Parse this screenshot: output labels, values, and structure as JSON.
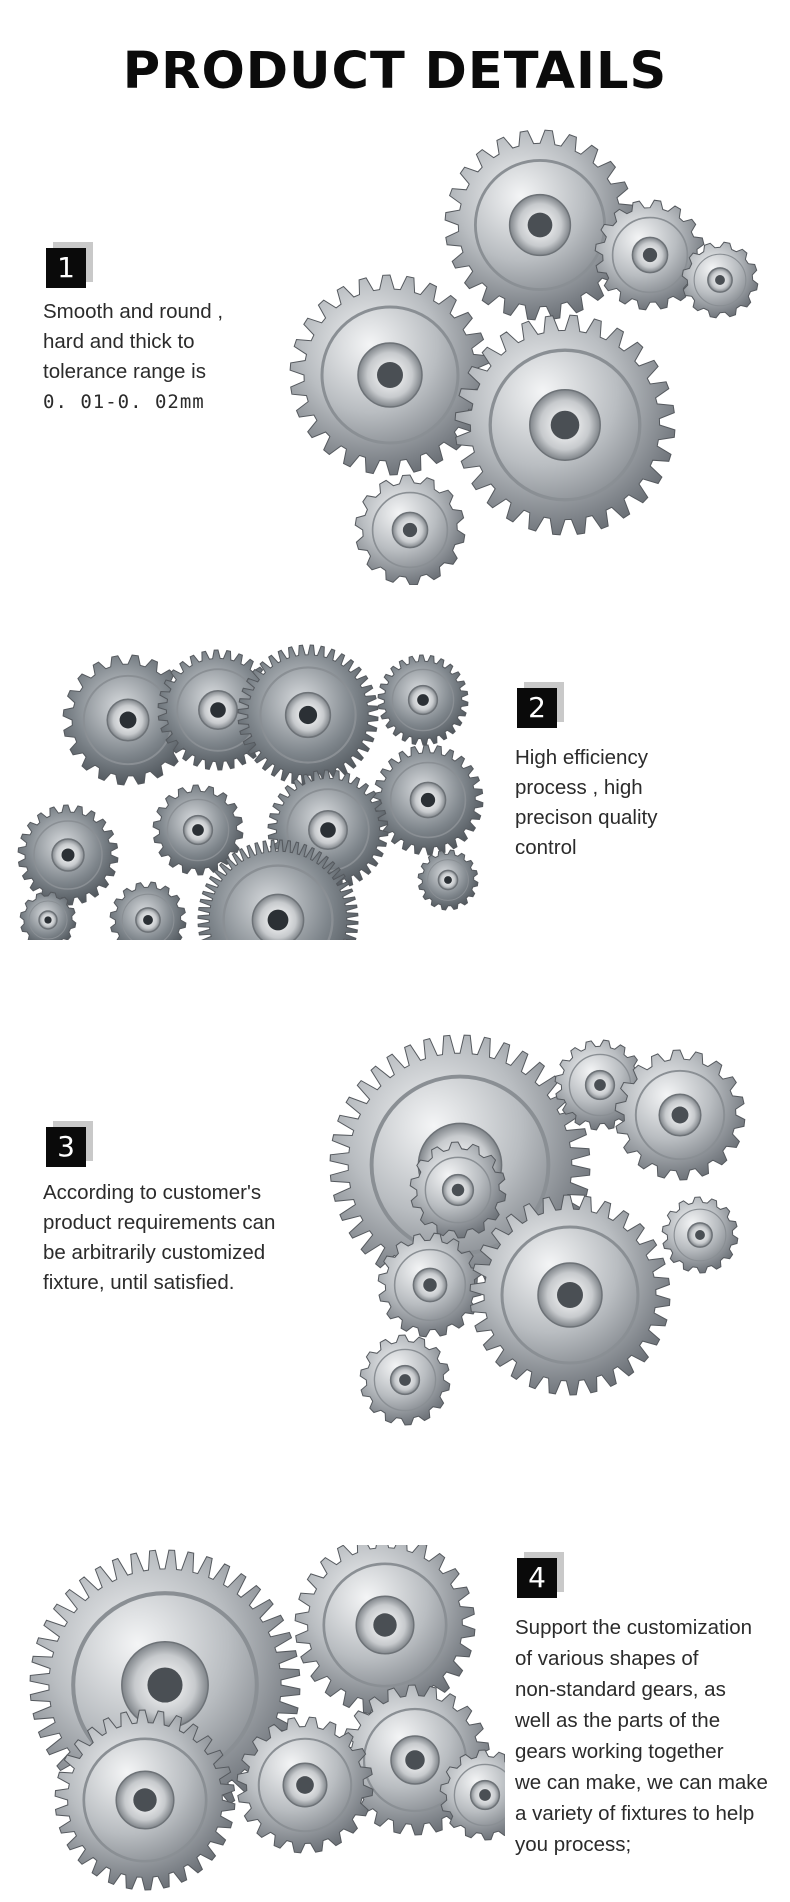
{
  "title": "PRODUCT DETAILS",
  "sections": [
    {
      "number": "1",
      "lines": [
        "Smooth and round ,",
        "hard and thick to",
        "tolerance range is",
        "0. 01-0. 02mm"
      ],
      "image": "gear-cluster-icon"
    },
    {
      "number": "2",
      "lines": [
        "High efficiency",
        "process , high",
        "precison quality",
        "control"
      ],
      "image": "gear-assortment-icon"
    },
    {
      "number": "3",
      "lines": [
        "According to customer's",
        "product requirements can",
        "be arbitrarily customized",
        "fixture, until satisfied."
      ],
      "image": "gear-train-icon"
    },
    {
      "number": "4",
      "lines": [
        "Support the customization",
        "of various shapes of",
        "non-standard gears, as",
        "well as the parts of the",
        "gears working together",
        "we can make, we can make",
        "a variety of fixtures to help",
        "you process;"
      ],
      "image": "gear-wheels-icon"
    }
  ],
  "colors": {
    "badge": "#0a0a0a",
    "badge_shadow": "#c9c9c9",
    "text": "#2b2b2b",
    "gear_metal": "#9ea3a8"
  }
}
